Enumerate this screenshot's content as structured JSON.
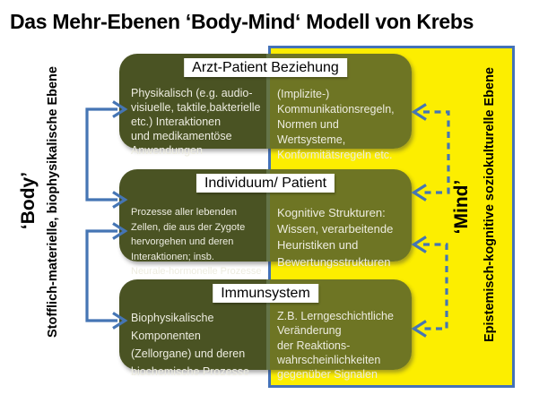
{
  "title": "Das Mehr-Ebenen ‘Body-Mind‘ Modell von Krebs",
  "left_axis": {
    "label": "‘Body’",
    "sublabel": "Stofflich-materielle, biophysikalische Ebene"
  },
  "right_axis": {
    "label": "‘Mind’",
    "sublabel": "Epistemisch-kognitive soziokulturelle Ebene"
  },
  "boxes": [
    {
      "header": "Arzt-Patient Beziehung",
      "left": "Physikalisch (e.g. audio-\nvisiuelle, taktile,bakterielle\netc.) Interaktionen\nund medikamentöse\nAnwendungen",
      "right": "(Implizite-)\nKommunikationsregeln,\nNormen und\nWertsysteme,\nKonformitätsregeln etc."
    },
    {
      "header": "Individuum/ Patient",
      "left": "Prozesse aller lebenden\nZellen, die aus der Zygote\nhervorgehen und deren\nInteraktionen; insb.\nNeurale-hormonelle Prozesse",
      "right": "Kognitive Strukturen:\nWissen, verarbeitende\nHeuristiken und\nBewertungsstrukturen"
    },
    {
      "header": "Immunsystem",
      "left": "Biophysikalische\nKomponenten\n(Zellorgane) und deren\nbiochemische Prozesse",
      "right": "Z.B. Lerngeschichtliche\nVeränderung\nder Reaktions-\nwahrscheinlichkeiten\ngegenüber Signalen"
    }
  ],
  "colors": {
    "arrow_blue": "#4575b4",
    "panel_yellow": "#fcee00",
    "panel_border_blue": "#4472b8",
    "box_dark_olive": "#4a5323",
    "box_light_olive": "#6e7524",
    "box_text": "#edece0",
    "title_text": "#000000"
  },
  "icons": {
    "solid_bracket_arrows": "body-side physical interaction connectors",
    "dashed_bracket_arrows": "mind-side epistemic connectors"
  }
}
